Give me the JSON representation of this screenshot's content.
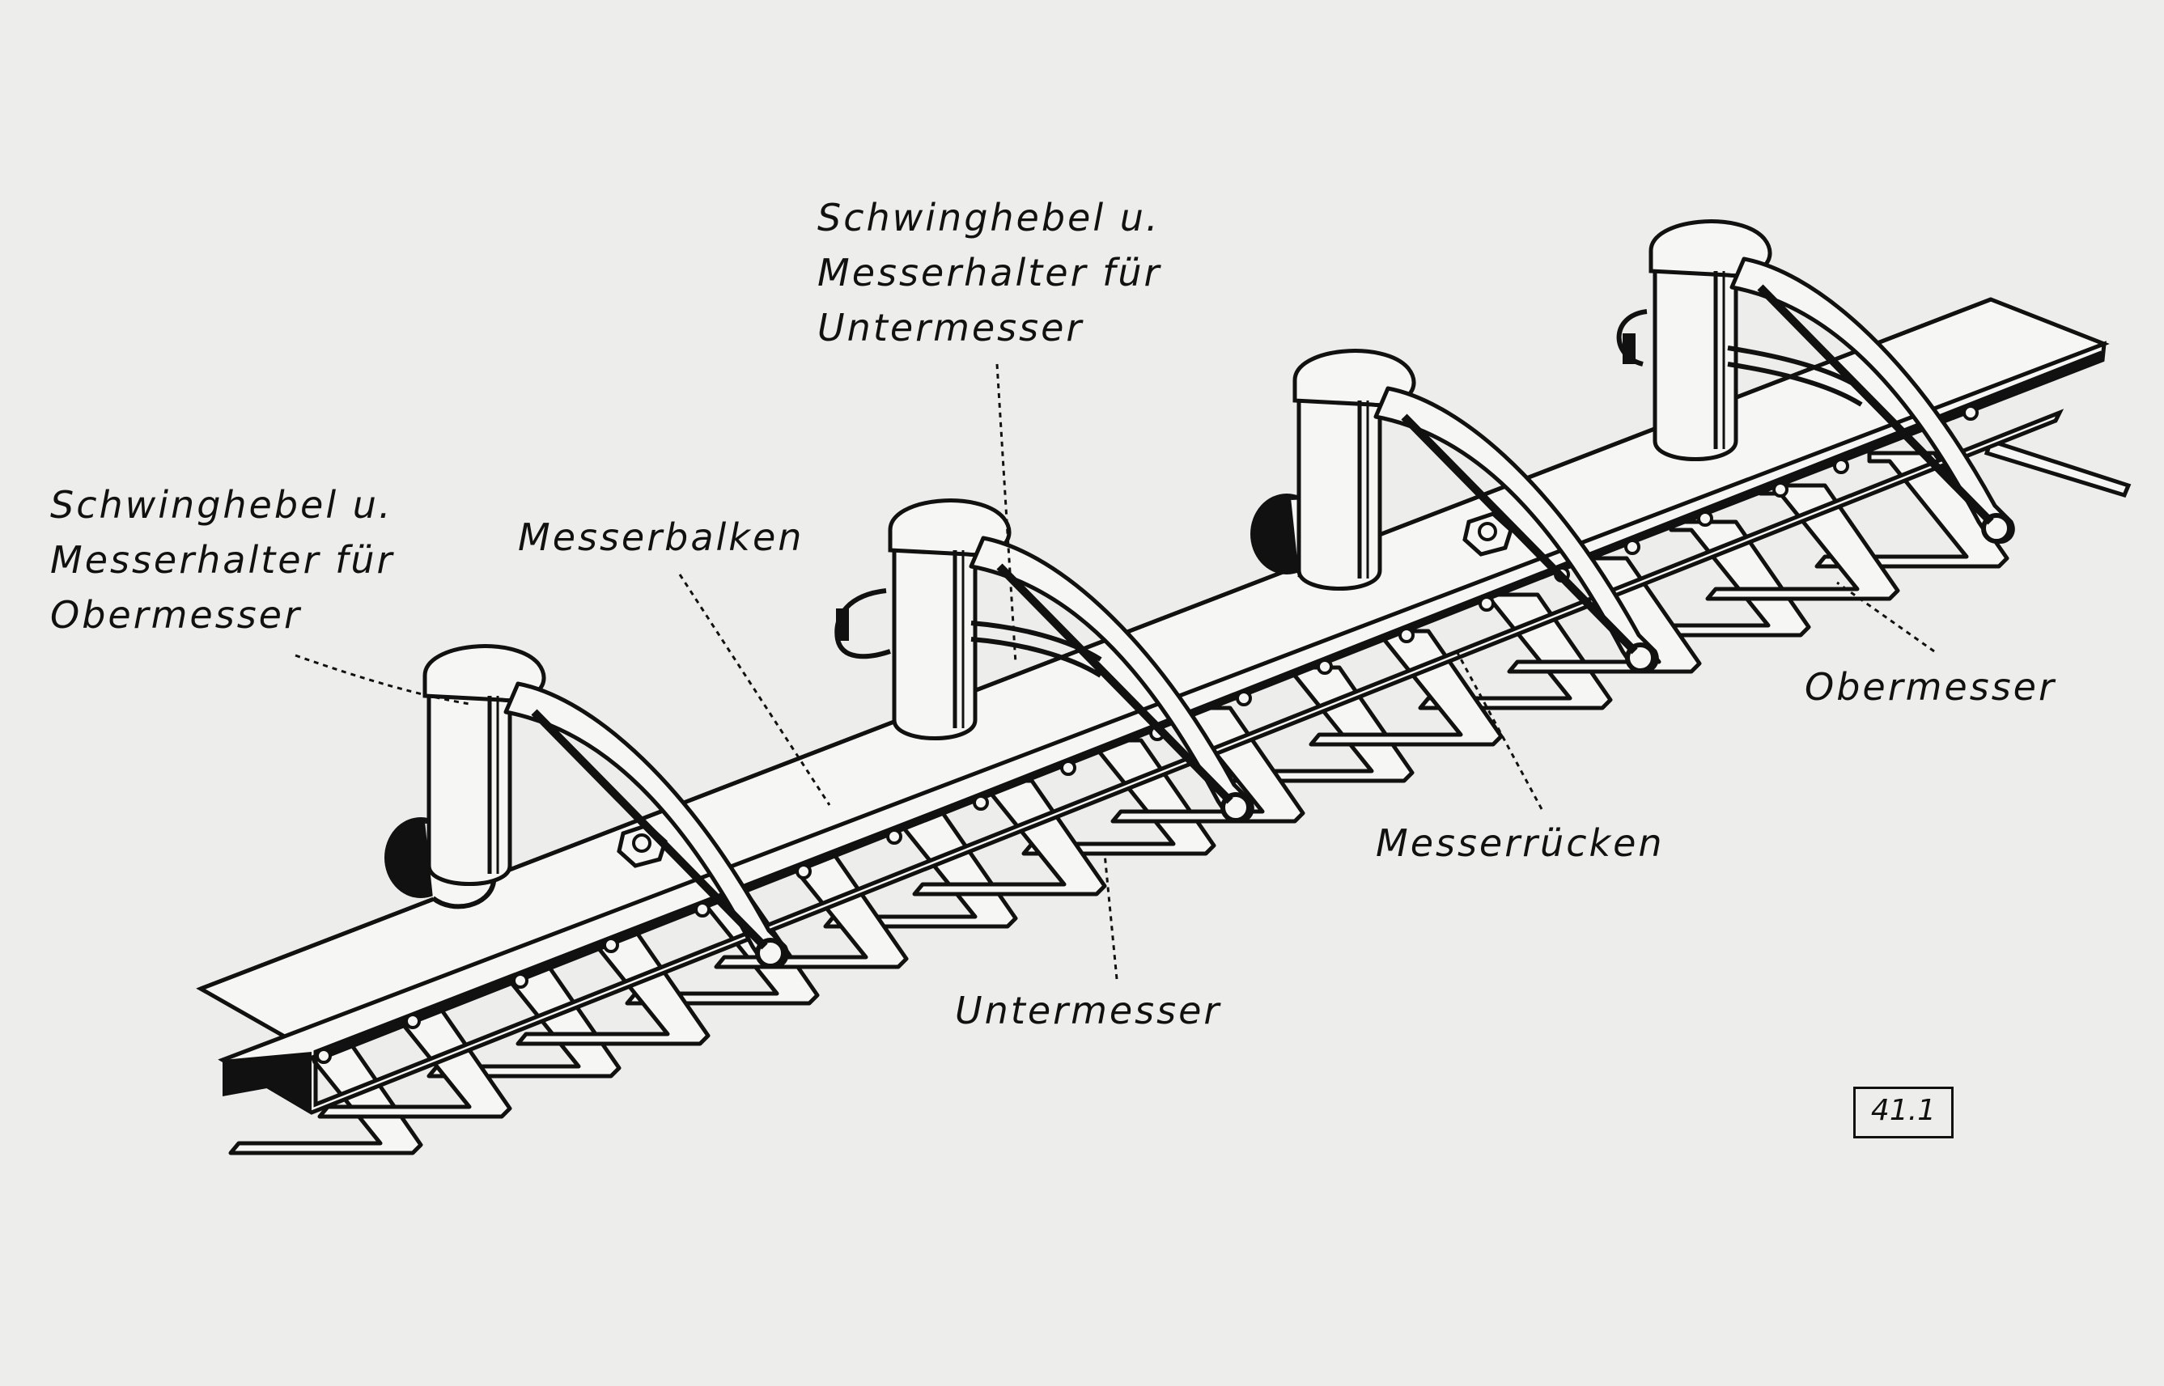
{
  "labels": {
    "schwinghebel_untermesser": [
      "Schwinghebel u.",
      "Messerhalter für",
      "Untermesser"
    ],
    "schwinghebel_obermesser": [
      "Schwinghebel u.",
      "Messerhalter für",
      "Obermesser"
    ],
    "messerbalken": "Messerbalken",
    "obermesser": "Obermesser",
    "messerruecken": "Messerrücken",
    "untermesser": "Untermesser"
  },
  "figure_number": "41.1",
  "colors": {
    "ink": "#111111",
    "paper": "#ededeb",
    "part_fill": "#f6f6f4"
  }
}
